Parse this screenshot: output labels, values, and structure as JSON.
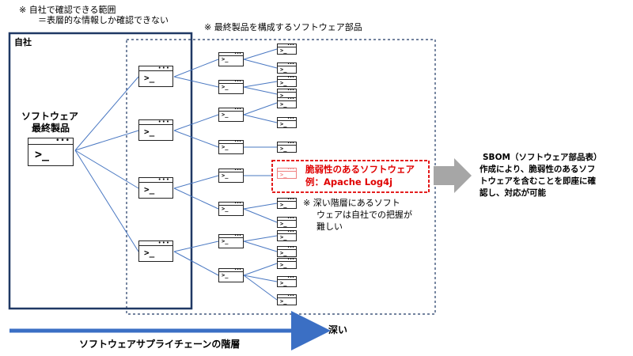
{
  "notes": {
    "own_scope_line1": "※ 自社で確認できる範囲",
    "own_scope_line2": "＝表層的な情報しか確認できない",
    "components_label": "※ 最終製品を構成するソフトウェア部品",
    "company_label": "自社",
    "final_product_line1": "ソフトウェア",
    "final_product_line2": "最終製品",
    "vuln_line1": "脆弱性のあるソフトウェア",
    "vuln_line2": "例：Apache Log4j",
    "deep_line1": "※ 深い階層にあるソフト",
    "deep_line2": "ウェアは自社での把握が",
    "deep_line3": "難しい",
    "sbom_line1": "SBOM（ソフトウェア部品表）",
    "sbom_line2": "作成により、脆弱性のあるソフ",
    "sbom_line3": "トウェアを含むことを即座に確",
    "sbom_line4": "認し、対応が可能",
    "depth_label": "深い",
    "axis_label": "ソフトウェアサプライチェーンの階層"
  },
  "colors": {
    "box_border": "#1f3864",
    "connector": "#4a78c2",
    "vuln": "#e00000",
    "arrow_gray": "#a6a6a6",
    "axis_blue": "#3b6fc4"
  },
  "icons": {
    "window": "terminal-window-icon",
    "prompt_text": ">_",
    "dots": "•••"
  }
}
